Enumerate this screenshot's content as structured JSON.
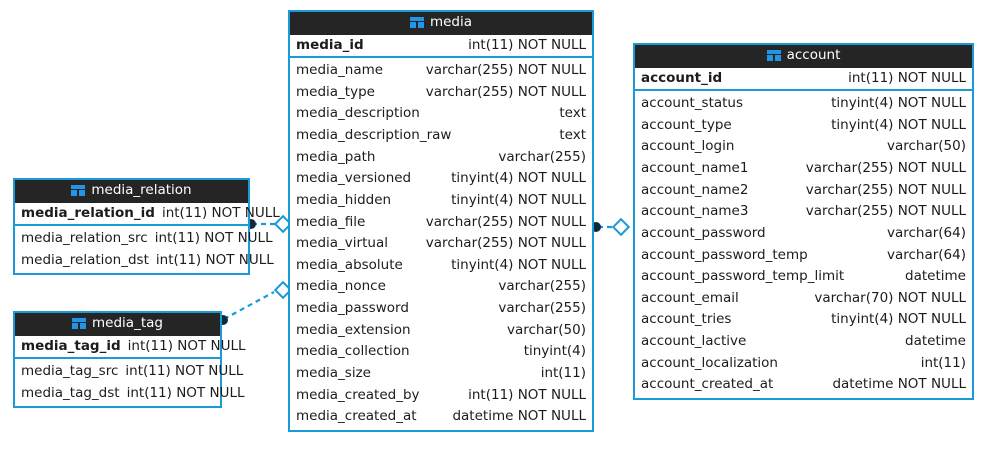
{
  "diagram": {
    "title": "database-er-diagram",
    "colors": {
      "accent": "#1b9ad8",
      "header_background": "#252525",
      "header_text": "#ffffff",
      "entity_background": "#ffffff",
      "text": "#1c1c1c",
      "icon": "#2196e8",
      "canvas_background": "#ffffff"
    },
    "icon_name": "table-icon"
  },
  "entities": [
    {
      "id": "media",
      "name": "media",
      "primary_key": {
        "name": "media_id",
        "type": "int(11) NOT NULL"
      },
      "columns": [
        {
          "name": "media_name",
          "type": "varchar(255) NOT NULL"
        },
        {
          "name": "media_type",
          "type": "varchar(255) NOT NULL"
        },
        {
          "name": "media_description",
          "type": "text"
        },
        {
          "name": "media_description_raw",
          "type": "text"
        },
        {
          "name": "media_path",
          "type": "varchar(255)"
        },
        {
          "name": "media_versioned",
          "type": "tinyint(4) NOT NULL"
        },
        {
          "name": "media_hidden",
          "type": "tinyint(4) NOT NULL"
        },
        {
          "name": "media_file",
          "type": "varchar(255) NOT NULL"
        },
        {
          "name": "media_virtual",
          "type": "varchar(255) NOT NULL"
        },
        {
          "name": "media_absolute",
          "type": "tinyint(4) NOT NULL"
        },
        {
          "name": "media_nonce",
          "type": "varchar(255)"
        },
        {
          "name": "media_password",
          "type": "varchar(255)"
        },
        {
          "name": "media_extension",
          "type": "varchar(50)"
        },
        {
          "name": "media_collection",
          "type": "tinyint(4)"
        },
        {
          "name": "media_size",
          "type": "int(11)"
        },
        {
          "name": "media_created_by",
          "type": "int(11) NOT NULL"
        },
        {
          "name": "media_created_at",
          "type": "datetime NOT NULL"
        }
      ]
    },
    {
      "id": "account",
      "name": "account",
      "primary_key": {
        "name": "account_id",
        "type": "int(11) NOT NULL"
      },
      "columns": [
        {
          "name": "account_status",
          "type": "tinyint(4) NOT NULL"
        },
        {
          "name": "account_type",
          "type": "tinyint(4) NOT NULL"
        },
        {
          "name": "account_login",
          "type": "varchar(50)"
        },
        {
          "name": "account_name1",
          "type": "varchar(255) NOT NULL"
        },
        {
          "name": "account_name2",
          "type": "varchar(255) NOT NULL"
        },
        {
          "name": "account_name3",
          "type": "varchar(255) NOT NULL"
        },
        {
          "name": "account_password",
          "type": "varchar(64)"
        },
        {
          "name": "account_password_temp",
          "type": "varchar(64)"
        },
        {
          "name": "account_password_temp_limit",
          "type": "datetime"
        },
        {
          "name": "account_email",
          "type": "varchar(70) NOT NULL"
        },
        {
          "name": "account_tries",
          "type": "tinyint(4) NOT NULL"
        },
        {
          "name": "account_lactive",
          "type": "datetime"
        },
        {
          "name": "account_localization",
          "type": "int(11)"
        },
        {
          "name": "account_created_at",
          "type": "datetime NOT NULL"
        }
      ]
    },
    {
      "id": "media_relation",
      "name": "media_relation",
      "primary_key": {
        "name": "media_relation_id",
        "type": "int(11) NOT NULL"
      },
      "columns": [
        {
          "name": "media_relation_src",
          "type": "int(11) NOT NULL"
        },
        {
          "name": "media_relation_dst",
          "type": "int(11) NOT NULL"
        }
      ]
    },
    {
      "id": "media_tag",
      "name": "media_tag",
      "primary_key": {
        "name": "media_tag_id",
        "type": "int(11) NOT NULL"
      },
      "columns": [
        {
          "name": "media_tag_src",
          "type": "int(11) NOT NULL"
        },
        {
          "name": "media_tag_dst",
          "type": "int(11) NOT NULL"
        }
      ]
    }
  ],
  "relationships": [
    {
      "id": "media_relation-media",
      "from": "media_relation",
      "to": "media",
      "style": "dashed",
      "from_marker": "filled-circle",
      "to_marker": "diamond"
    },
    {
      "id": "media_tag-media",
      "from": "media_tag",
      "to": "media",
      "style": "dashed",
      "from_marker": "filled-circle",
      "to_marker": "diamond"
    },
    {
      "id": "media-account",
      "from": "media",
      "to": "account",
      "style": "dashed",
      "from_marker": "filled-circle",
      "to_marker": "diamond"
    }
  ]
}
